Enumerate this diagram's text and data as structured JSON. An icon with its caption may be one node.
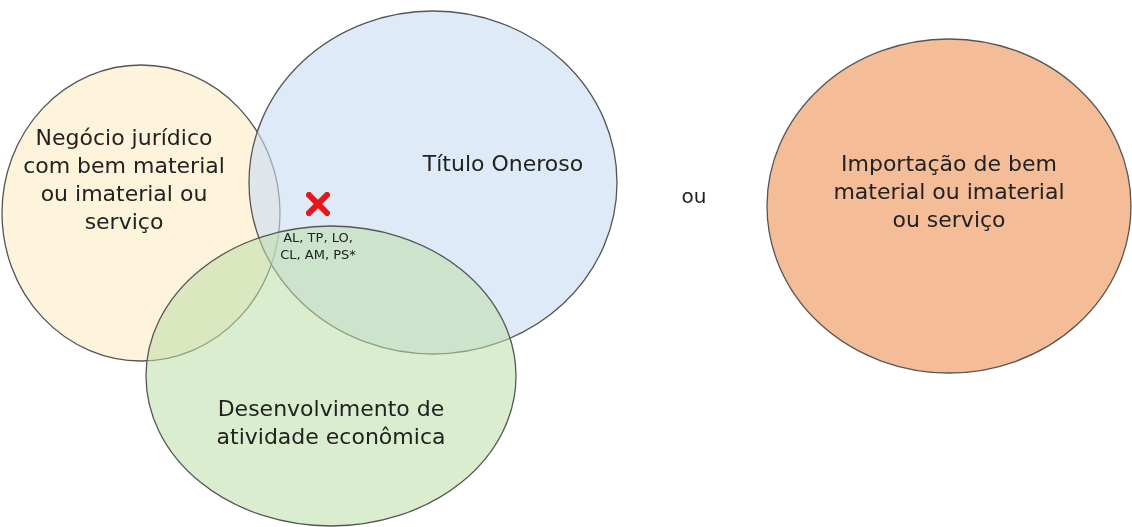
{
  "diagram": {
    "nodes": [
      {
        "text": [
          "Negócio jurídico com bem material ou imaterial ou serviço"
        ]
      },
      {
        "text": [
          "Título Oneroso"
        ]
      },
      {
        "text": [
          "Desenvolvimento de atividade econômica"
        ]
      },
      {
        "text": [
          "Importação de bem material ou imaterial ou serviço"
        ]
      }
    ],
    "labels": [
      "ou",
      "AL, TP, LO, CL, AM, PS*"
    ]
  }
}
